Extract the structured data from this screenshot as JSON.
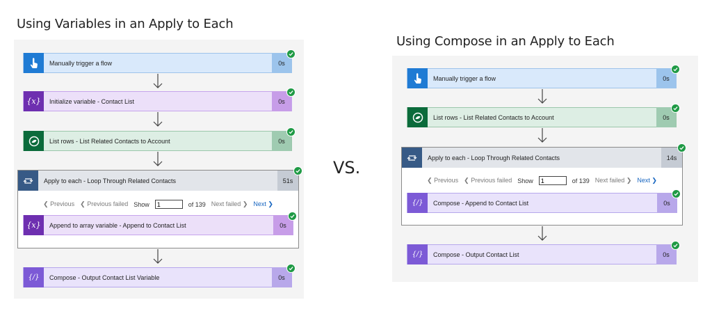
{
  "left": {
    "title": "Using Variables in an Apply to Each",
    "steps": {
      "trigger": {
        "label": "Manually trigger a flow",
        "duration": "0s"
      },
      "init_var": {
        "label": "Initialize variable - Contact List",
        "duration": "0s"
      },
      "list_rows": {
        "label": "List rows - List Related Contacts to Account",
        "duration": "0s"
      },
      "compose_output": {
        "label": "Compose - Output Contact List Variable",
        "duration": "0s"
      }
    },
    "loop": {
      "label": "Apply to each - Loop Through Related Contacts",
      "duration": "51s",
      "pager": {
        "previous": "Previous",
        "previous_failed": "Previous failed",
        "show": "Show",
        "value": "1",
        "of": "of 139",
        "next_failed": "Next failed",
        "next": "Next"
      },
      "inner": {
        "label": "Append to array variable - Append to Contact List",
        "duration": "0s"
      }
    }
  },
  "vs_text": "VS.",
  "right": {
    "title": "Using Compose in an Apply to Each",
    "steps": {
      "trigger": {
        "label": "Manually trigger a flow",
        "duration": "0s"
      },
      "list_rows": {
        "label": "List rows - List Related Contacts to Account",
        "duration": "0s"
      },
      "compose_output": {
        "label": "Compose - Output Contact List",
        "duration": "0s"
      }
    },
    "loop": {
      "label": "Apply to each - Loop Through Related Contacts",
      "duration": "14s",
      "pager": {
        "previous": "Previous",
        "previous_failed": "Previous failed",
        "show": "Show",
        "value": "1",
        "of": "of 139",
        "next_failed": "Next failed",
        "next": "Next"
      },
      "inner": {
        "label": "Compose - Append to Contact List",
        "duration": "0s"
      }
    }
  },
  "colors": {
    "success": "#1f9a45",
    "trigger": "#1f7bd4",
    "variable": "#6e2fb0",
    "dataverse": "#0b6b3b",
    "compose": "#7c5ad6",
    "loop": "#375a86",
    "link": "#1665c0"
  }
}
